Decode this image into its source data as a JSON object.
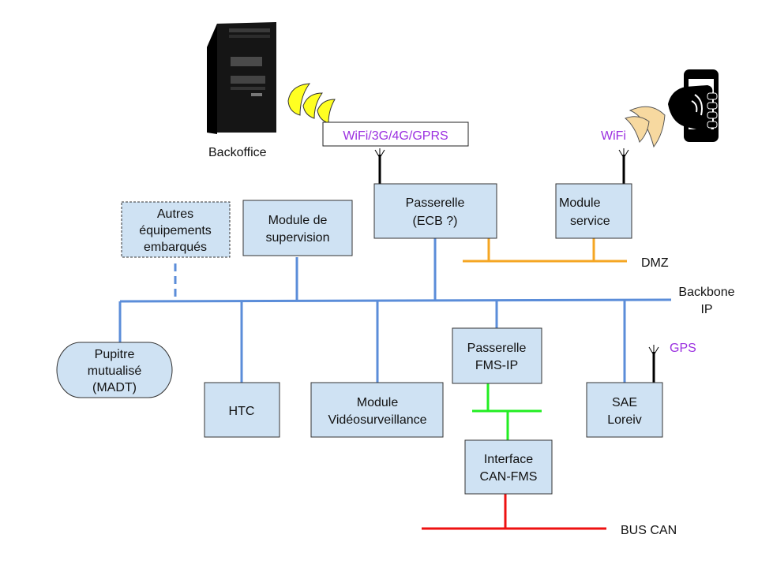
{
  "colors": {
    "backbone": "#5b8dd9",
    "dmz": "#f5a623",
    "fms": "#22ee22",
    "bus_can": "#ee1111",
    "box_fill": "#cfe2f3",
    "radio_label": "#9b30e0",
    "backoffice_waves": "#ffff22",
    "phone_waves": "#f7d9a0"
  },
  "icons": {
    "backoffice": "server-tower-icon",
    "phone": "smartphone-wireless-icon",
    "antenna": "antenna-icon",
    "waves": "signal-waves-icon"
  },
  "labels": {
    "backoffice": "Backoffice",
    "wifi_cellular": "WiFi/3G/4G/GPRS",
    "wifi": "WiFi",
    "gps": "GPS",
    "dmz": "DMZ",
    "backbone": [
      "Backbone",
      "IP"
    ],
    "bus_can": "BUS CAN"
  },
  "nodes": {
    "autres": [
      "Autres",
      "équipements",
      "embarqués"
    ],
    "supervision": [
      "Module de",
      "supervision"
    ],
    "passerelle_ecb": [
      "Passerelle",
      "(ECB ?)"
    ],
    "module_service": [
      "Module",
      "service"
    ],
    "pupitre": [
      "Pupitre",
      "mutualisé",
      "(MADT)"
    ],
    "htc": [
      "HTC"
    ],
    "video": [
      "Module",
      "Vidéosurveillance"
    ],
    "passerelle_fms": [
      "Passerelle",
      "FMS-IP"
    ],
    "sae": [
      "SAE",
      "Loreiv"
    ],
    "can_fms": [
      "Interface",
      "CAN-FMS"
    ]
  }
}
